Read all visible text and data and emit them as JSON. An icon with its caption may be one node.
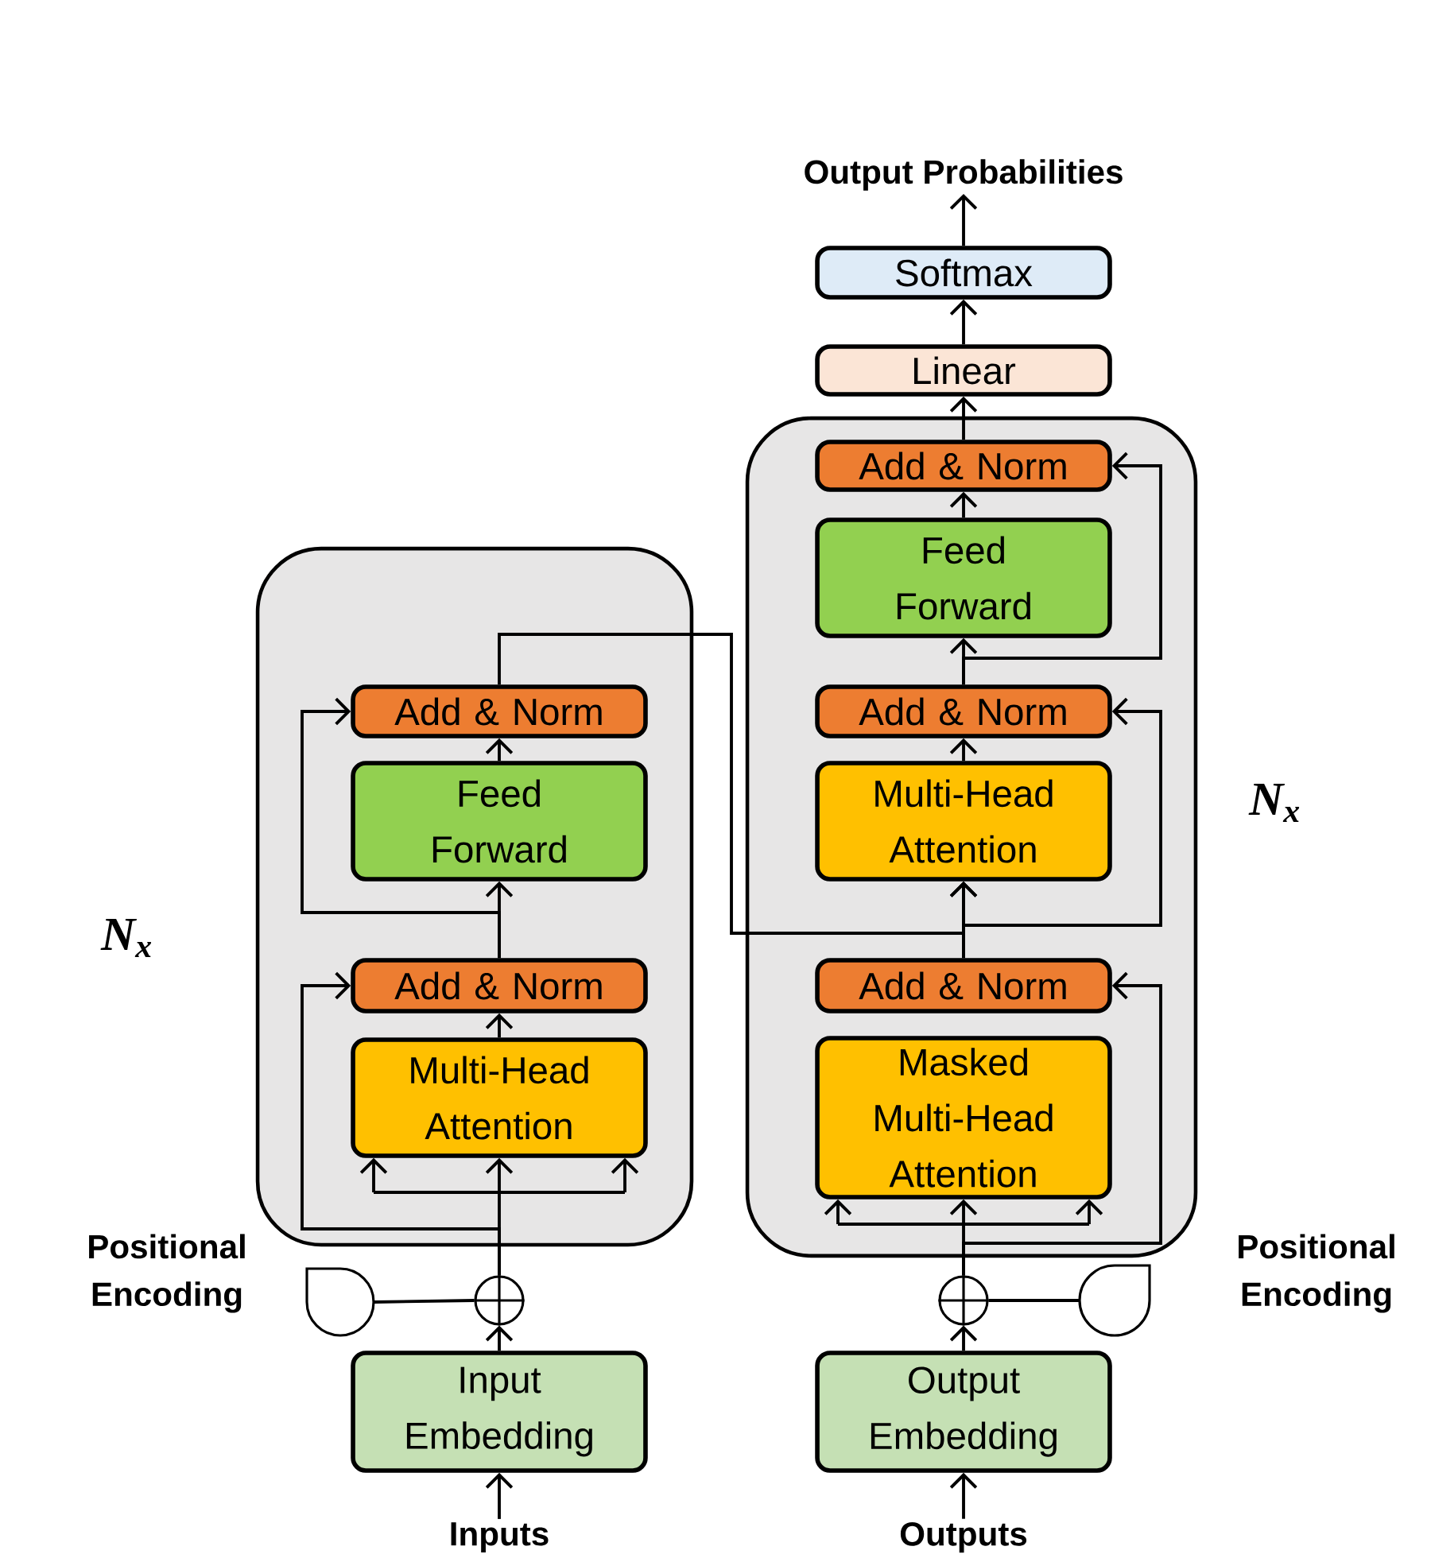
{
  "diagram": {
    "nodes": [
      {
        "text": [],
        "shape": "box",
        "beside": [
          "N$_{x}$"
        ]
      },
      {
        "text": [
          "Add & Norm"
        ],
        "in": 0
      },
      {
        "text": [
          "Feed Forward"
        ],
        "in": 0
      },
      {
        "text": [
          "Add & Norm"
        ],
        "in": 0
      },
      {
        "text": [
          "Multi-Head Attention"
        ],
        "in": 0
      },
      {
        "text": [
          "Positional Encoding"
        ]
      },
      {
        "text": [],
        "shape": "circle"
      },
      {
        "text": [
          "Input Embedding"
        ]
      },
      {
        "text": [
          "Inputs"
        ]
      },
      {
        "text": [],
        "shape": "box",
        "beside": [
          "N$_{x}$"
        ]
      },
      {
        "text": [
          "Add & Norm"
        ],
        "in": 9
      },
      {
        "text": [
          "Feed Forward"
        ],
        "in": 9
      },
      {
        "text": [
          "Add & Norm"
        ],
        "in": 9
      },
      {
        "text": [
          "Multi-Head Attention"
        ],
        "in": 9
      },
      {
        "text": [
          "Add & Norm"
        ],
        "in": 9
      },
      {
        "text": [
          "Masked Multi-Head Attention"
        ],
        "in": 9
      },
      {
        "text": [
          "Positional Encoding"
        ]
      },
      {
        "text": [],
        "shape": "circle"
      },
      {
        "text": [
          "Output Embedding"
        ]
      },
      {
        "text": [
          "Outputs"
        ]
      },
      {
        "text": [
          "Linear"
        ]
      },
      {
        "text": [
          "Softmax"
        ]
      },
      {
        "text": [
          "Output Probabilities"
        ]
      }
    ],
    "edges": [
      {
        "from": 8,
        "to": 7,
        "arrow": "to"
      },
      {
        "from": 7,
        "to": 6,
        "arrow": "to"
      },
      {
        "from": 5,
        "to": 6,
        "arrow": "none"
      },
      {
        "from": 6,
        "to": 4,
        "arrow": "to"
      },
      {
        "from": 6,
        "to": 3,
        "arrow": "to"
      },
      {
        "from": 4,
        "to": 3,
        "arrow": "to"
      },
      {
        "from": 3,
        "to": 2,
        "arrow": "to"
      },
      {
        "from": 3,
        "to": 1,
        "arrow": "to"
      },
      {
        "from": 2,
        "to": 1,
        "arrow": "to"
      },
      {
        "from": 1,
        "to": 13,
        "arrow": "to"
      },
      {
        "from": 19,
        "to": 18,
        "arrow": "to"
      },
      {
        "from": 18,
        "to": 17,
        "arrow": "to"
      },
      {
        "from": 16,
        "to": 17,
        "arrow": "none"
      },
      {
        "from": 17,
        "to": 15,
        "arrow": "to"
      },
      {
        "from": 17,
        "to": 14,
        "arrow": "to"
      },
      {
        "from": 14,
        "to": 13,
        "arrow": "to"
      },
      {
        "from": 14,
        "to": 12,
        "arrow": "to"
      },
      {
        "from": 13,
        "to": 12,
        "arrow": "to"
      },
      {
        "from": 12,
        "to": 11,
        "arrow": "to"
      },
      {
        "from": 12,
        "to": 10,
        "arrow": "to"
      },
      {
        "from": 11,
        "to": 10,
        "arrow": "to"
      },
      {
        "from": 10,
        "to": 20,
        "arrow": "to"
      },
      {
        "from": 20,
        "to": 21,
        "arrow": "to"
      },
      {
        "from": 21,
        "to": 22,
        "arrow": "to"
      }
    ]
  }
}
